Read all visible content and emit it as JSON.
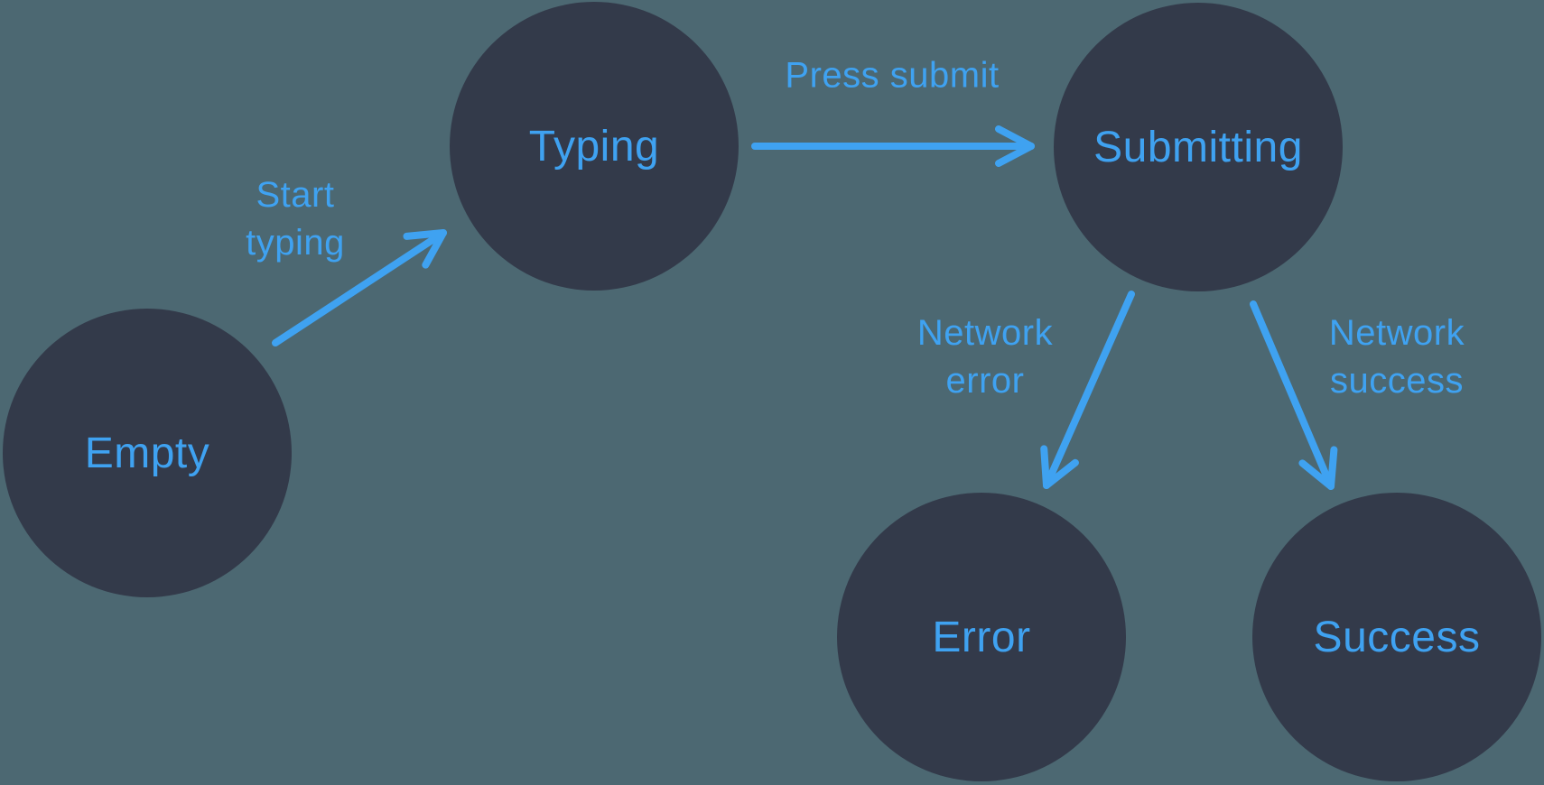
{
  "diagram": {
    "type": "state-machine",
    "colors": {
      "background": "#4C6872",
      "state_fill": "#333A4A",
      "accent_blue": "#3FA2F1"
    },
    "states": [
      {
        "id": "empty",
        "label": "Empty"
      },
      {
        "id": "typing",
        "label": "Typing"
      },
      {
        "id": "submitting",
        "label": "Submitting"
      },
      {
        "id": "error",
        "label": "Error"
      },
      {
        "id": "success",
        "label": "Success"
      }
    ],
    "transitions": [
      {
        "from": "empty",
        "to": "typing",
        "label": "Start\ntyping"
      },
      {
        "from": "typing",
        "to": "submitting",
        "label": "Press submit"
      },
      {
        "from": "submitting",
        "to": "error",
        "label": "Network\nerror"
      },
      {
        "from": "submitting",
        "to": "success",
        "label": "Network\nsuccess"
      }
    ]
  }
}
